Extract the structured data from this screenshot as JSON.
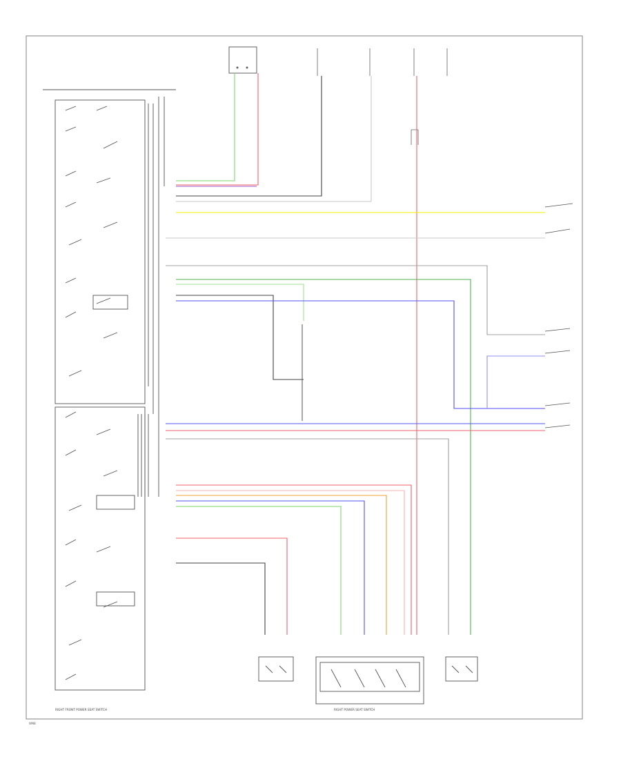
{
  "wire_colors": {
    "green": "#7ed46a",
    "red": "#f0606a",
    "purple": "#a050c0",
    "black": "#404040",
    "gray": "#c8c8c8",
    "yellow": "#f0f000",
    "blue": "#5050f0",
    "dark_green": "#50b050",
    "orange": "#f0a030",
    "pink": "#f0b0b0",
    "light_green": "#a0e090",
    "frame": "#808080"
  },
  "labels": {
    "main_switch": "RIGHT FRONT POWER SEAT SWITCH",
    "motor_switch": "RIGHT POWER SEAT SWITCH",
    "corner": "WNB"
  }
}
